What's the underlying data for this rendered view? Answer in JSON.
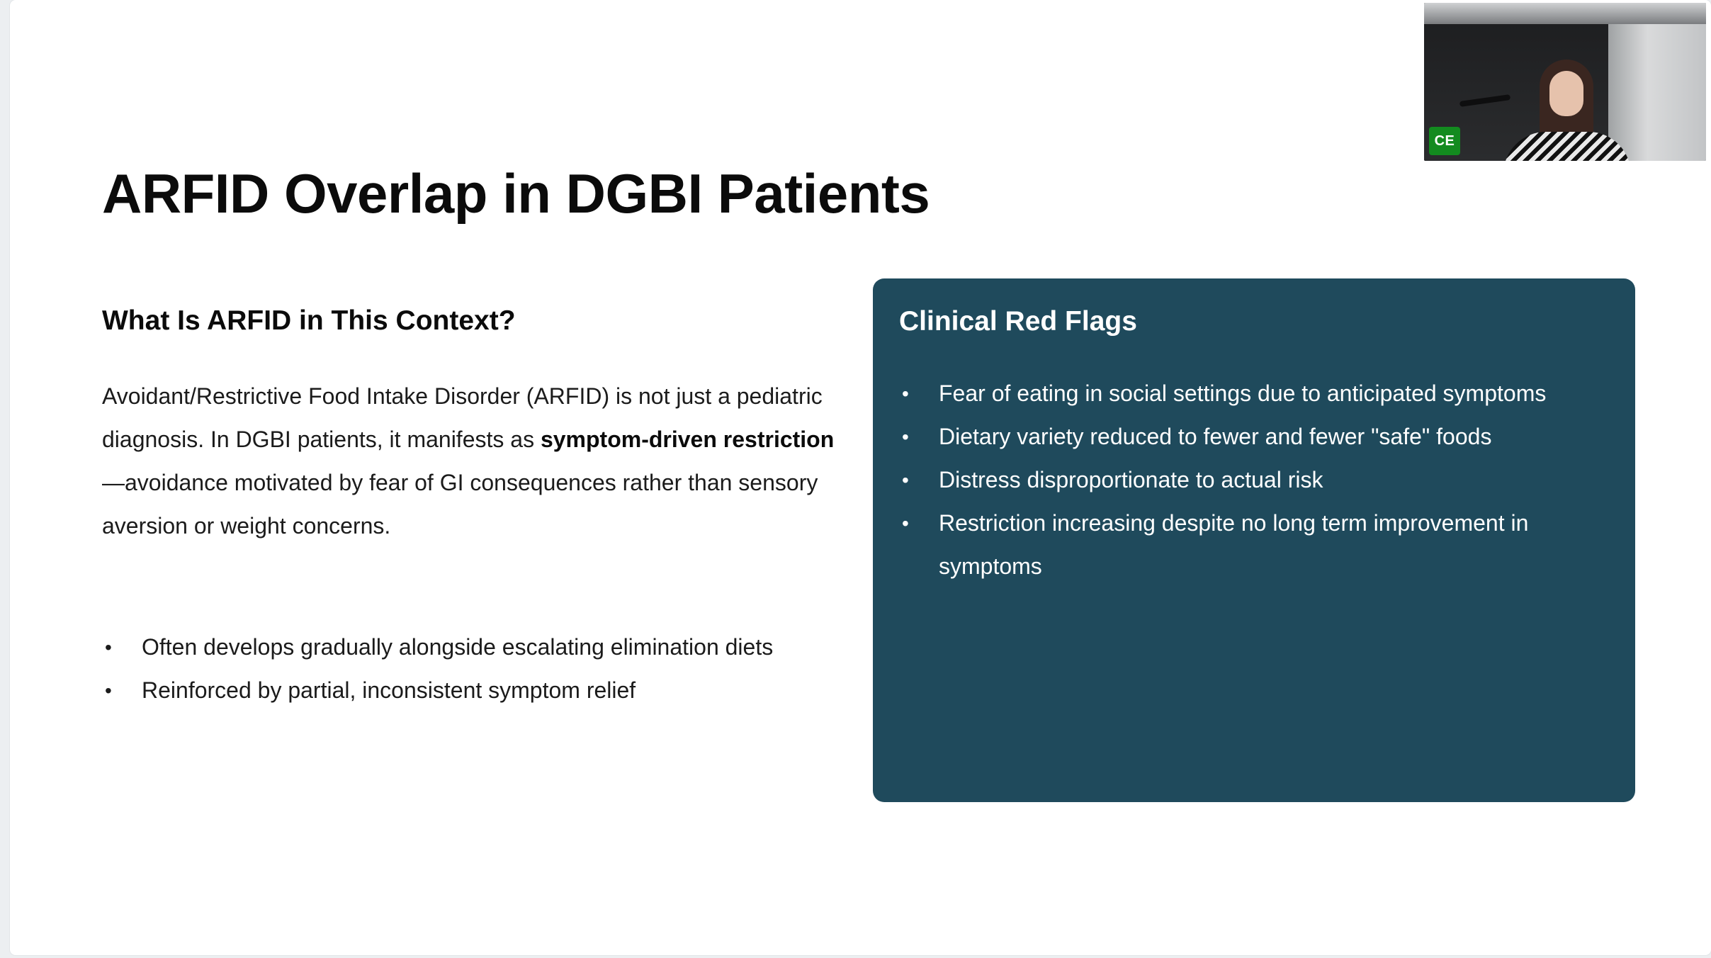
{
  "slide": {
    "title": "ARFID Overlap in DGBI Patients",
    "left": {
      "heading": "What Is ARFID in This Context?",
      "intro_part1": "Avoidant/Restrictive Food Intake Disorder (ARFID) is not just a pediatric diagnosis. In DGBI patients, it manifests as ",
      "intro_bold": "symptom-driven restriction",
      "intro_part2": "—avoidance motivated by fear of GI consequences rather than sensory aversion or weight concerns.",
      "bullets": [
        "Often develops gradually alongside escalating elimination diets",
        "Reinforced by partial, inconsistent symptom relief"
      ]
    },
    "card": {
      "heading": "Clinical Red Flags",
      "background_color": "#1f4a5c",
      "bullets": [
        "Fear of eating in social settings due to anticipated symptoms",
        "Dietary variety reduced to fewer and fewer \"safe\" foods",
        "Distress disproportionate to actual risk",
        "Restriction increasing despite no long term improvement in symptoms"
      ]
    },
    "bullet_glyph": "•"
  },
  "video_tile": {
    "participant_initials": "CE",
    "badge_color": "#138b1f"
  }
}
